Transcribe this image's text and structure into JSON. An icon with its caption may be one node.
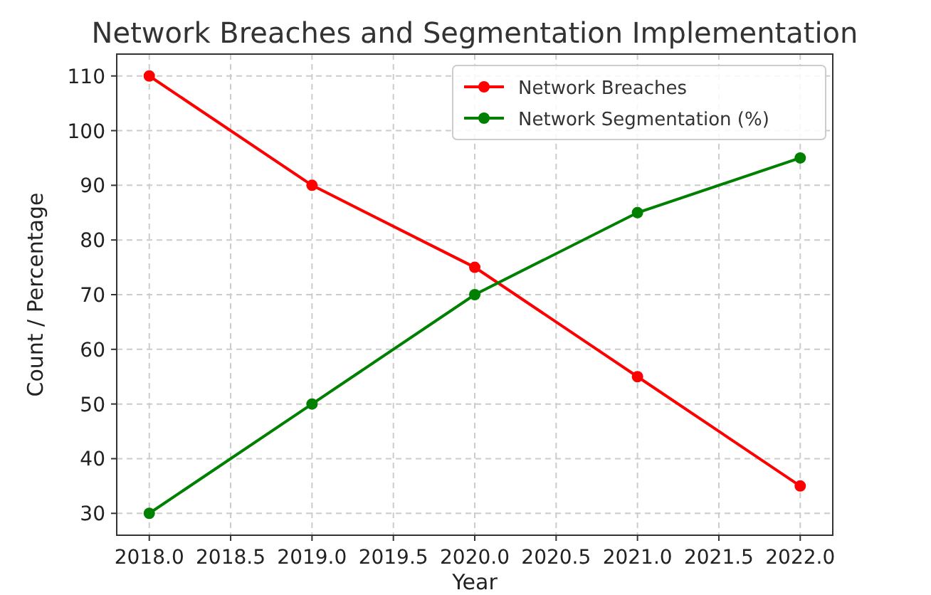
{
  "diagram": {
    "title": "Network Breaches and Segmentation Implementation",
    "chart_data": {
      "type": "line",
      "xlabel": "Year",
      "ylabel": "Count / Percentage",
      "x": [
        2018,
        2019,
        2020,
        2021,
        2022
      ],
      "series": [
        {
          "name": "Network Breaches",
          "color": "#ff0000",
          "marker": "circle",
          "values": [
            110,
            90,
            75,
            55,
            35
          ]
        },
        {
          "name": "Network Segmentation (%)",
          "color": "#008000",
          "marker": "circle",
          "values": [
            30,
            50,
            70,
            85,
            95
          ]
        }
      ],
      "grid": true,
      "legend": "upper right",
      "xlim": [
        2017.8,
        2022.2
      ],
      "ylim": [
        26,
        114
      ],
      "xticks": [
        {
          "value": 2018,
          "label": "2018.0"
        },
        {
          "value": 2018.5,
          "label": "2018.5"
        },
        {
          "value": 2019,
          "label": "2019.0"
        },
        {
          "value": 2019.5,
          "label": "2019.5"
        },
        {
          "value": 2020,
          "label": "2020.0"
        },
        {
          "value": 2020.5,
          "label": "2020.5"
        },
        {
          "value": 2021,
          "label": "2021.0"
        },
        {
          "value": 2021.5,
          "label": "2021.5"
        },
        {
          "value": 2022,
          "label": "2022.0"
        }
      ],
      "yticks": [
        30,
        40,
        50,
        60,
        70,
        80,
        90,
        100,
        110
      ]
    }
  }
}
